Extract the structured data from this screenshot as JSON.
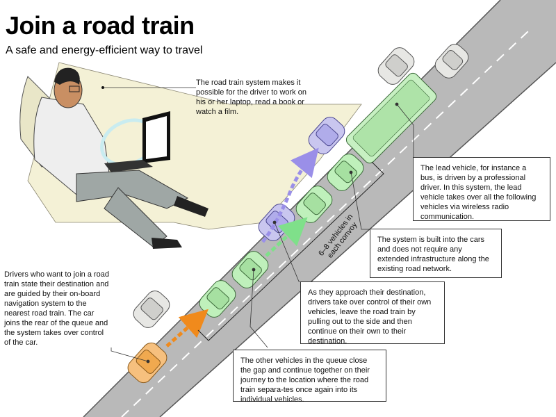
{
  "header": {
    "title": "Join a road train",
    "subtitle": "A safe and energy-efficient way to travel"
  },
  "callouts": {
    "driver_work": "The road train system makes it possible for the driver to work on his or her laptop, read a book or watch a film.",
    "lead_vehicle": "The lead vehicle, for instance a bus, is driven by a professional driver. In this system, the lead vehicle takes over all the following vehicles via wireless radio communication.",
    "built_in": "The system is built into the cars and does not require any extended infrastructure along the existing road network.",
    "approach_destination": "As they approach their destination, drivers take over control of their own vehicles, leave the road train by pulling out to the side and then continue on their own to their destination.",
    "close_gap": "The other vehicles in the queue close the gap and continue together on their journey to the location where the road train separa-tes once again into its individual vehicles.",
    "join": "Drivers who want to join a road train state their destination and are guided by their on-board navigation system to the nearest road train. The car joins the rear of the queue and the system takes over control of the car."
  },
  "convoy_label": "6–8 vehicles in each convoy",
  "colors": {
    "road": "#b9b9b9",
    "seat": "#f4f1d6",
    "lead_bus": "#c7f0c2",
    "convoy_car": "#bff0bb",
    "leaving_car": "#c9c6ef",
    "joining_car": "#f6c07e",
    "other_car": "#e7e7e4",
    "arrow_orange": "#f08a1c",
    "arrow_green": "#7fe08a",
    "arrow_purple": "#9a8fe8"
  }
}
